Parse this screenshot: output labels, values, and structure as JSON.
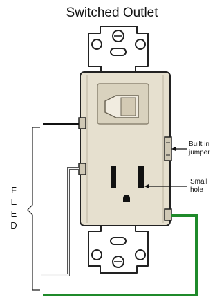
{
  "title": "Switched Outlet",
  "labels": {
    "built_in_jumper": [
      "Built in",
      "jumper"
    ],
    "small_hole": [
      "Small",
      "hole"
    ],
    "feed": [
      "F",
      "E",
      "E",
      "D"
    ]
  },
  "colors": {
    "body": "#e6e0cf",
    "strap": "#ffffff",
    "outline": "#222222",
    "green_wire": "#1f8a2a",
    "black_wire": "#111111",
    "white_wire": "#f4f4f4",
    "toggle": "#f1ece0"
  }
}
